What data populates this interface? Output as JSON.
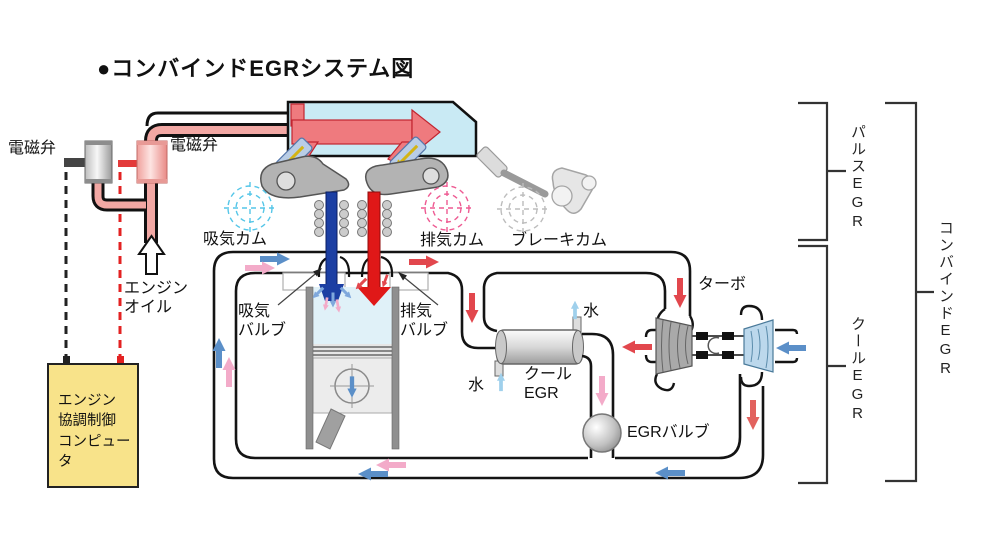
{
  "title": "●コンバインドEGRシステム図",
  "labels": {
    "solenoid_left": "電磁弁",
    "solenoid_right": "電磁弁",
    "engine_oil": "エンジン\nオイル",
    "ecu_box": "エンジン\n協調制御\nコンピュータ",
    "intake_cam": "吸気カム",
    "exhaust_cam": "排気カム",
    "brake_cam": "ブレーキカム",
    "intake_valve": "吸気\nバルブ",
    "exhaust_valve": "排気\nバルブ",
    "turbo": "ターボ",
    "water_top": "水",
    "water_bottom": "水",
    "cool_egr_cooler": "クール\nEGR",
    "egr_valve": "EGRバルブ"
  },
  "brackets": {
    "pulse_egr": "パルスEGR",
    "cool_egr": "クールEGR",
    "combined_egr": "コンバインドEGR"
  },
  "colors": {
    "manifold_blue": "#c9eaf4",
    "oil_pipe_pink": "#f2a8a4",
    "ecu_box_yellow": "#f8e38a",
    "intake_arrow_blue": "#5b8fc8",
    "egr_arrow_pink": "#f3abc9",
    "exhaust_arrow_red": "#e2474d",
    "water_arrow_blue": "#9fd0ec",
    "intake_valve_blue": "#1c3fa3",
    "exhaust_valve_red": "#e01818"
  }
}
